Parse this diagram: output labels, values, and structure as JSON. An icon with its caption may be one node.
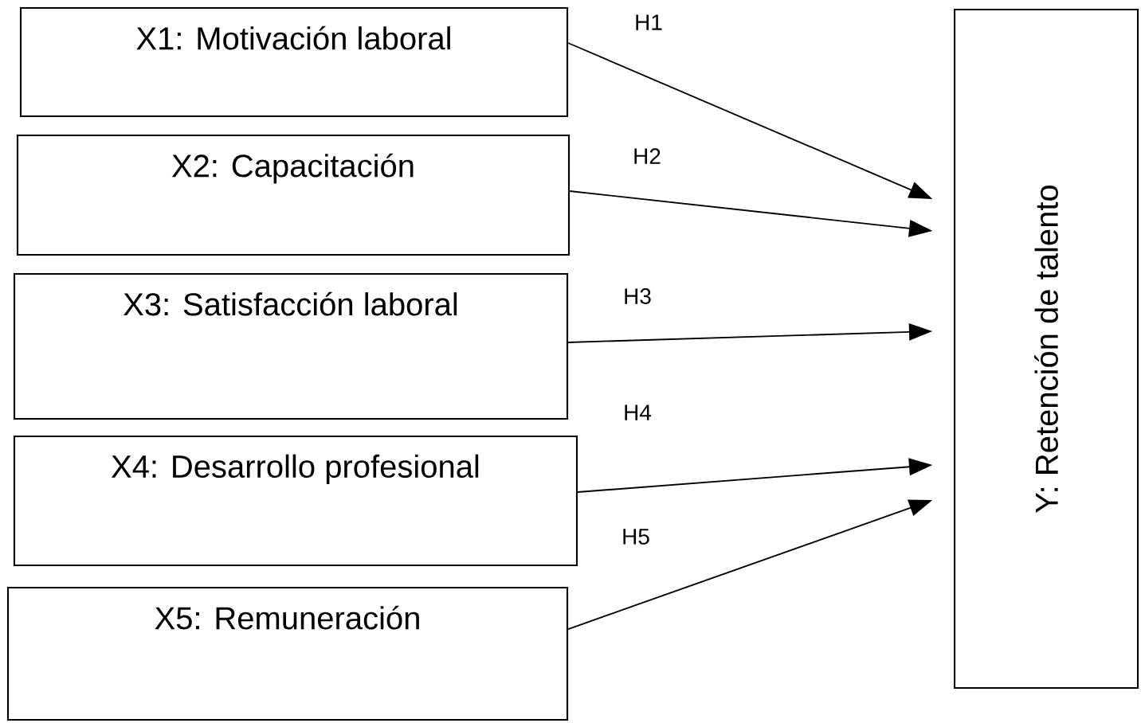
{
  "diagram": {
    "nodes": [
      {
        "text": [
          "X1: Motivación laboral"
        ]
      },
      {
        "text": [
          "X2: Capacitación"
        ]
      },
      {
        "text": [
          "X3: Satisfacción laboral"
        ]
      },
      {
        "text": [
          "X4: Desarrollo profesional"
        ]
      },
      {
        "text": [
          "X5: Remuneración"
        ]
      },
      {
        "text": [
          "Y: Retención de talento"
        ]
      }
    ],
    "edges": [
      {
        "from": 0,
        "to": 5,
        "arrow": "to",
        "label": "H1"
      },
      {
        "from": 1,
        "to": 5,
        "arrow": "to",
        "label": "H2"
      },
      {
        "from": 2,
        "to": 5,
        "arrow": "to",
        "label": "H3"
      },
      {
        "from": 3,
        "to": 5,
        "arrow": "to",
        "label": "H4"
      },
      {
        "from": 4,
        "to": 5,
        "arrow": "to",
        "label": "H5"
      }
    ]
  }
}
